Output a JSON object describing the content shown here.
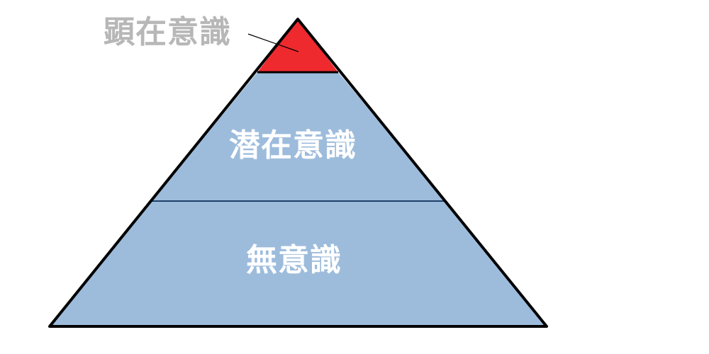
{
  "diagram": {
    "layers": [
      {
        "id": "conscious",
        "label": "顕在意識",
        "fill": "#ee2a2f",
        "label_color": "#b7b7b7"
      },
      {
        "id": "subconscious",
        "label": "潜在意識",
        "fill": "#9dbcdc",
        "label_color": "#ffffff"
      },
      {
        "id": "unconscious",
        "label": "無意識",
        "fill": "#9dbcdc",
        "label_color": "#ffffff"
      }
    ],
    "outline_color": "#000000",
    "divider_color": "#1f3f66"
  }
}
